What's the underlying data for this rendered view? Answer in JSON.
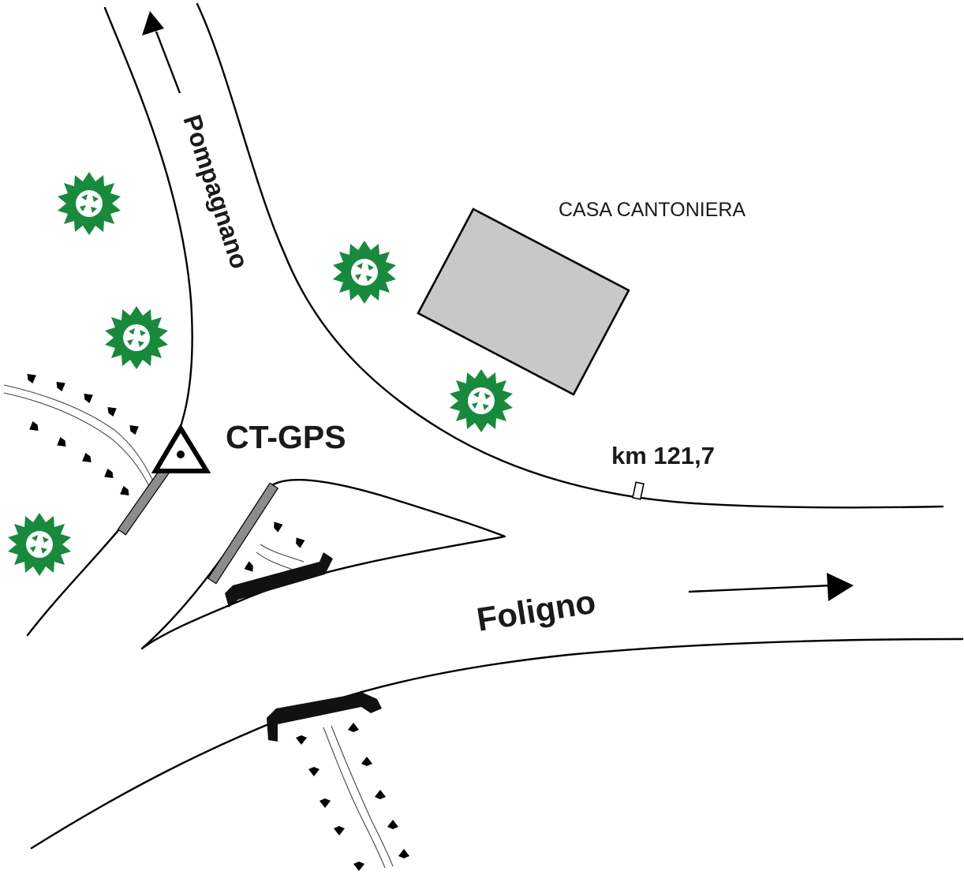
{
  "labels": {
    "casa": "CASA CANTONIERA",
    "station": "CT-GPS",
    "km": "km 121,7",
    "road_north": "Pompagnano",
    "road_east": "Foligno"
  },
  "colors": {
    "line": "#000000",
    "tree": "#178a3c",
    "building": "#c8c8c8",
    "culvert": "#8c8c8c"
  },
  "icons": [
    "tree-icon",
    "gps-station-triangle-icon",
    "direction-arrow-icon",
    "bridge-icon",
    "km-marker-icon"
  ]
}
